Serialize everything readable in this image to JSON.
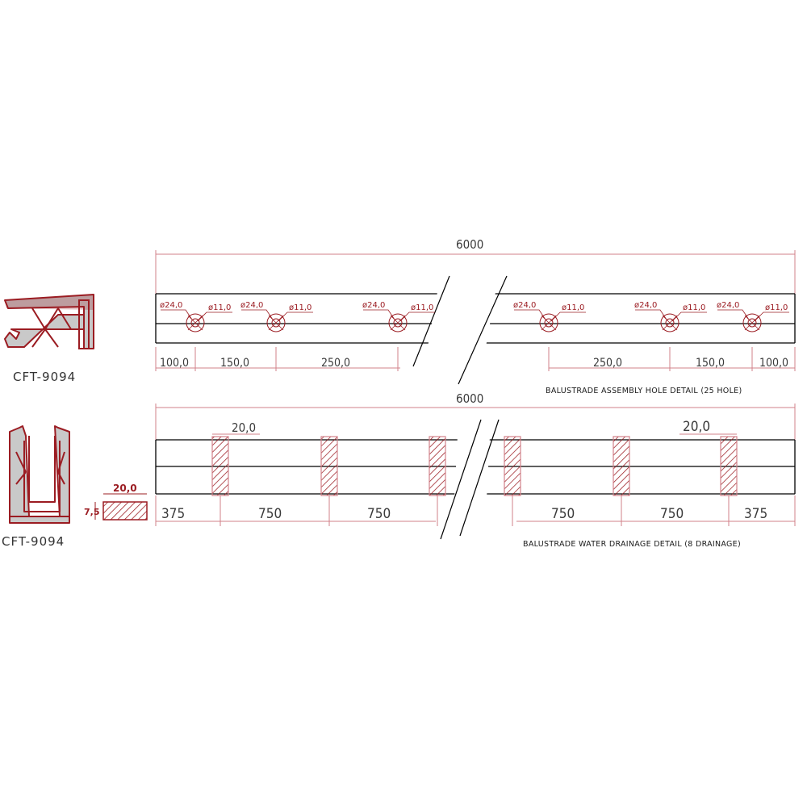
{
  "profile_code_top": "CFT-9094",
  "profile_code_bottom": "CFT-9094",
  "colors": {
    "accent": "#9b1c22",
    "dimension": "#d2818a",
    "line": "#000000"
  },
  "assembly": {
    "total_length": "6000",
    "caption": "BALUSTRADE ASSEMBLY HOLE DETAIL (25 HOLE)",
    "hole_outer": "ø24,0",
    "hole_inner": "ø11,0",
    "dims_left": [
      "100,0",
      "150,0",
      "250,0"
    ],
    "dims_right": [
      "250,0",
      "150,0",
      "100,0"
    ]
  },
  "drainage": {
    "total_length": "6000",
    "caption": "BALUSTRADE WATER DRAINAGE DETAIL (8 DRAINAGE)",
    "slot_width_left": "20,0",
    "slot_width_right": "20,0",
    "dims_left": [
      "375",
      "750",
      "750"
    ],
    "dims_right": [
      "750",
      "750",
      "375"
    ]
  },
  "slot_section": {
    "width": "20,0",
    "height": "7,5"
  }
}
